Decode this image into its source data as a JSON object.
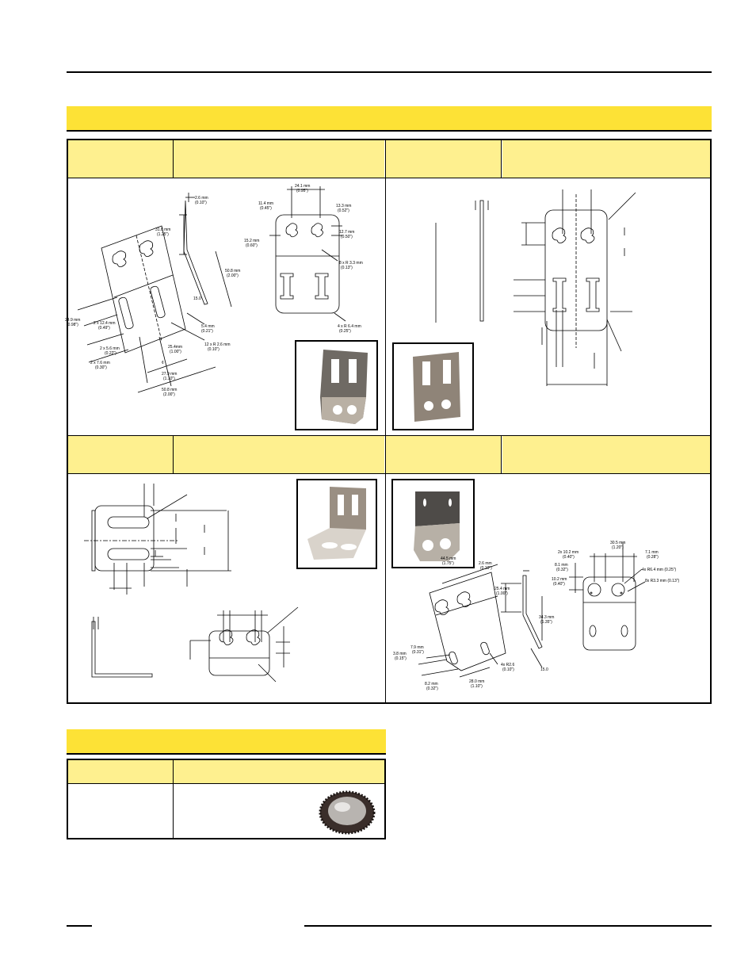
{
  "bracket_a": {
    "dims": {
      "d1": "2.6 mm",
      "d1i": "(0.10\")",
      "d2": "31.8 mm",
      "d2i": "(1.25\")",
      "d3": "50.8 mm",
      "d3i": "(2.00\")",
      "d4": "15.0",
      "d5": "24.9 mm",
      "d5i": "(0.98\")",
      "d6": "2 x 12.4 mm",
      "d6i": "(0.49\")",
      "d7": "5.4 mm",
      "d7i": "(0.21\")",
      "d8": "12 x R 2.6 mm",
      "d8i": "(0.10\")",
      "d9": "2 x 5.6 mm",
      "d9i": "(0.22\")",
      "d10": "25.4mm",
      "d10i": "(1.00\")",
      "d11": "2 x 7.6 mm",
      "d11i": "(0.30\")",
      "d12": "27.9 mm",
      "d12i": "(1.10\")",
      "d13": "50.8 mm",
      "d13i": "(2.00\")",
      "cl": "¢",
      "e1": "24.1 mm",
      "e1i": "(0.95\")",
      "e2": "11.4 mm",
      "e2i": "(0.45\")",
      "e3": "13.3 mm",
      "e3i": "(0.52\")",
      "e4": "12.7 mm",
      "e4i": "(0.50\")",
      "e5": "15.2 mm",
      "e5i": "(0.60\")",
      "e6": "8 x R 3.3 mm",
      "e6i": "(0.13\")",
      "e7": "4 x R 6.4 mm",
      "e7i": "(0.25\")"
    }
  },
  "bracket_d": {
    "dims": {
      "f1": "2.6 mm",
      "f1i": "(0.10\")",
      "f2": "44.5 mm",
      "f2i": "(1.75\")",
      "f3": "25.4 mm",
      "f3i": "(1.00\")",
      "f4": "34.3 mm",
      "f4i": "(1.35\")",
      "f5": "15.0",
      "f6": "7.9 mm",
      "f6i": "(0.31\")",
      "f7": "3.8 mm",
      "f7i": "(0.15\")",
      "f8": "8.2 mm",
      "f8i": "(0.32\")",
      "f9": "28.0 mm",
      "f9i": "(1.10\")",
      "f10": "4x R2.6",
      "f10i": "(0.10\")",
      "g1": "2x 10.2 mm",
      "g1i": "(0.40\")",
      "g2": "30.5 mm",
      "g2i": "(1.20\")",
      "g3": "7.1 mm",
      "g3i": "(0.28\")",
      "g4": "8.1 mm",
      "g4i": "(0.32\")",
      "g5": "10.2 mm",
      "g5i": "(0.40\")",
      "g6": "4x R6.4 mm (0.25\")",
      "g7": "8x R3.3 mm (0.13\")"
    }
  }
}
